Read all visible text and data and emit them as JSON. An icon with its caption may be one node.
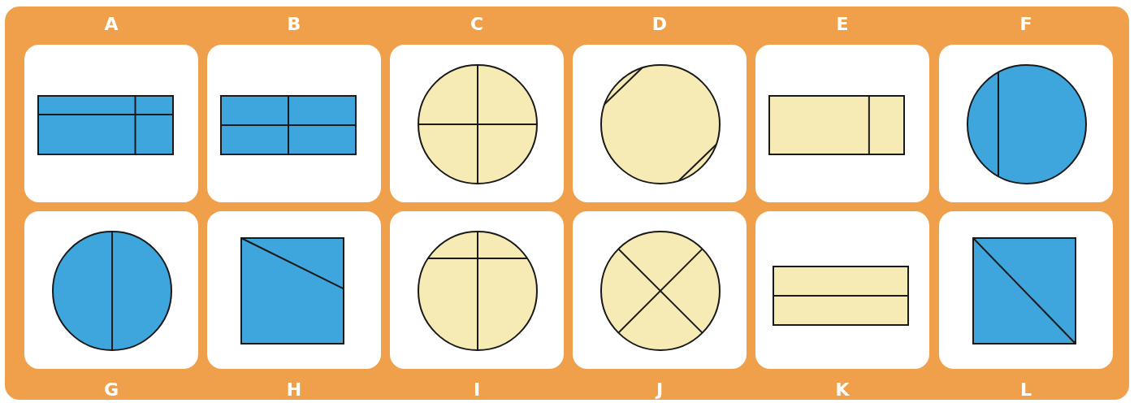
{
  "diagram": {
    "labels": [
      "A",
      "B",
      "C",
      "D",
      "E",
      "F",
      "G",
      "H",
      "I",
      "J",
      "K",
      "L"
    ]
  }
}
